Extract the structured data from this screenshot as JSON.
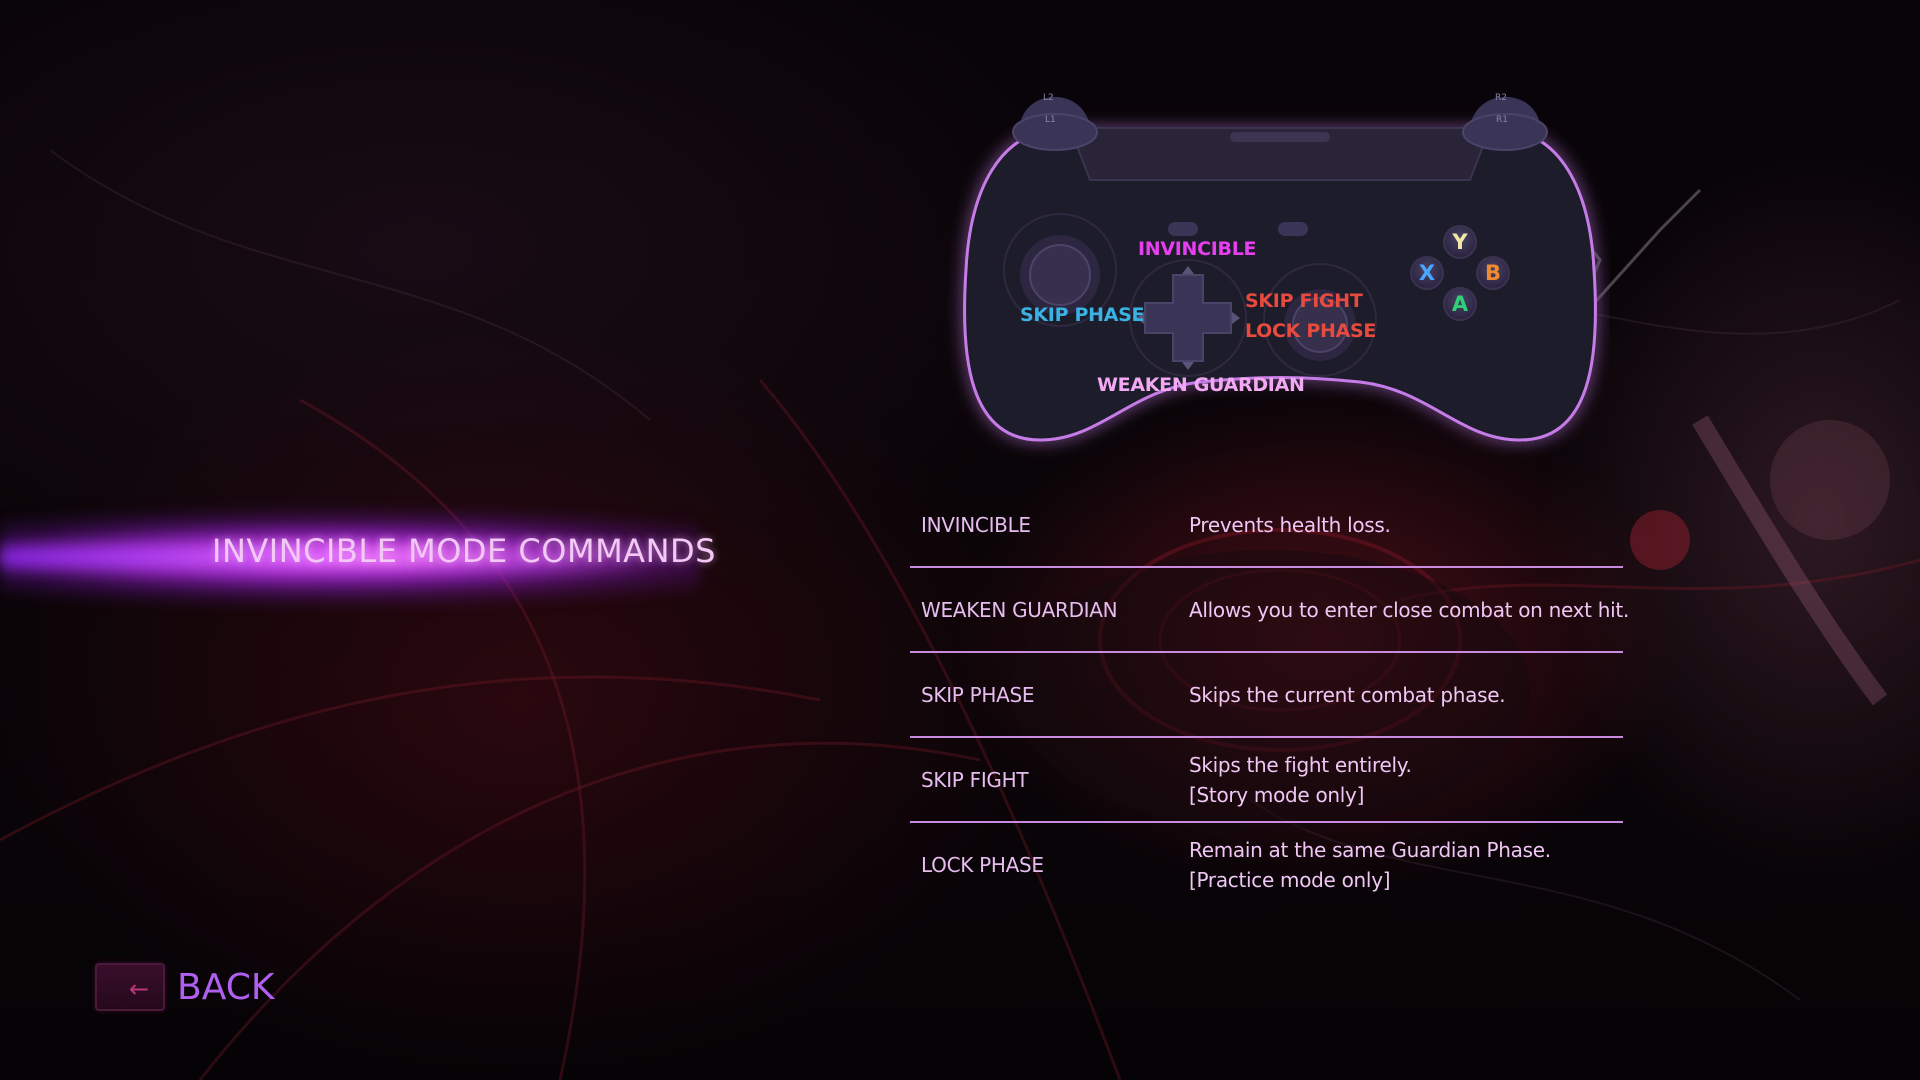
{
  "screen": {
    "title": "INVINCIBLE MODE COMMANDS"
  },
  "controller": {
    "labels": {
      "dpad_up": "INVINCIBLE",
      "dpad_left": "SKIP PHASE",
      "dpad_right_1": "SKIP FIGHT",
      "dpad_right_2": "LOCK PHASE",
      "dpad_down": "WEAKEN GUARDIAN"
    },
    "face_buttons": {
      "y": "Y",
      "x": "X",
      "b": "B",
      "a": "A"
    },
    "shoulder_labels": {
      "l2": "L2",
      "l1": "L1",
      "r2": "R2",
      "r1": "R1"
    },
    "colors": {
      "invincible": "#e63ff0",
      "skip_phase": "#3ab2e4",
      "skip_fight": "#e84a3e",
      "weaken_guardian": "#f2a8f3"
    }
  },
  "commands": [
    {
      "name": "INVINCIBLE",
      "desc": [
        "Prevents health loss."
      ]
    },
    {
      "name": "WEAKEN GUARDIAN",
      "desc": [
        "Allows you to enter close combat on next hit."
      ]
    },
    {
      "name": "SKIP PHASE",
      "desc": [
        "Skips the current combat phase."
      ]
    },
    {
      "name": "SKIP FIGHT",
      "desc": [
        "Skips the fight entirely.",
        "[Story mode only]"
      ]
    },
    {
      "name": "LOCK PHASE",
      "desc": [
        "Remain at the same Guardian Phase.",
        "[Practice mode only]"
      ]
    }
  ],
  "back": {
    "key_icon": "left-arrow-icon",
    "key_glyph": "←",
    "label": "BACK"
  }
}
